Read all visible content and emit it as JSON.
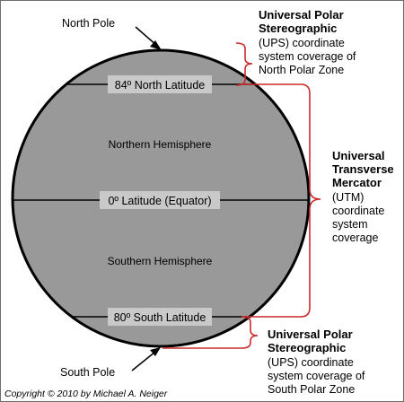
{
  "labels": {
    "north_pole": "North Pole",
    "south_pole": "South Pole",
    "lat_84n": "84º North Latitude",
    "equator": "0º  Latitude (Equator)",
    "lat_80s": "80º South Latitude",
    "northern_hemisphere": "Northern Hemisphere",
    "southern_hemisphere": "Southern Hemisphere"
  },
  "ups_north": {
    "title_lines": [
      "Universal Polar",
      "Stereographic"
    ],
    "body_lines": [
      "(UPS) coordinate",
      "system coverage of",
      "North Polar Zone"
    ]
  },
  "utm": {
    "title_lines": [
      "Universal",
      "Transverse",
      "Mercator"
    ],
    "body_lines": [
      "(UTM)",
      "coordinate",
      "system",
      "coverage"
    ]
  },
  "ups_south": {
    "title_lines": [
      "Universal Polar",
      "Stereographic"
    ],
    "body_lines": [
      "(UPS) coordinate",
      "system coverage of",
      "South Polar Zone"
    ]
  },
  "copyright": "Copyright © 2010 by Michael A. Neiger",
  "colors": {
    "globe_fill": "#999999",
    "globe_stroke": "#000000",
    "label_box": "#c9c9c9",
    "bracket": "#cc2a2a",
    "text": "#000000"
  }
}
